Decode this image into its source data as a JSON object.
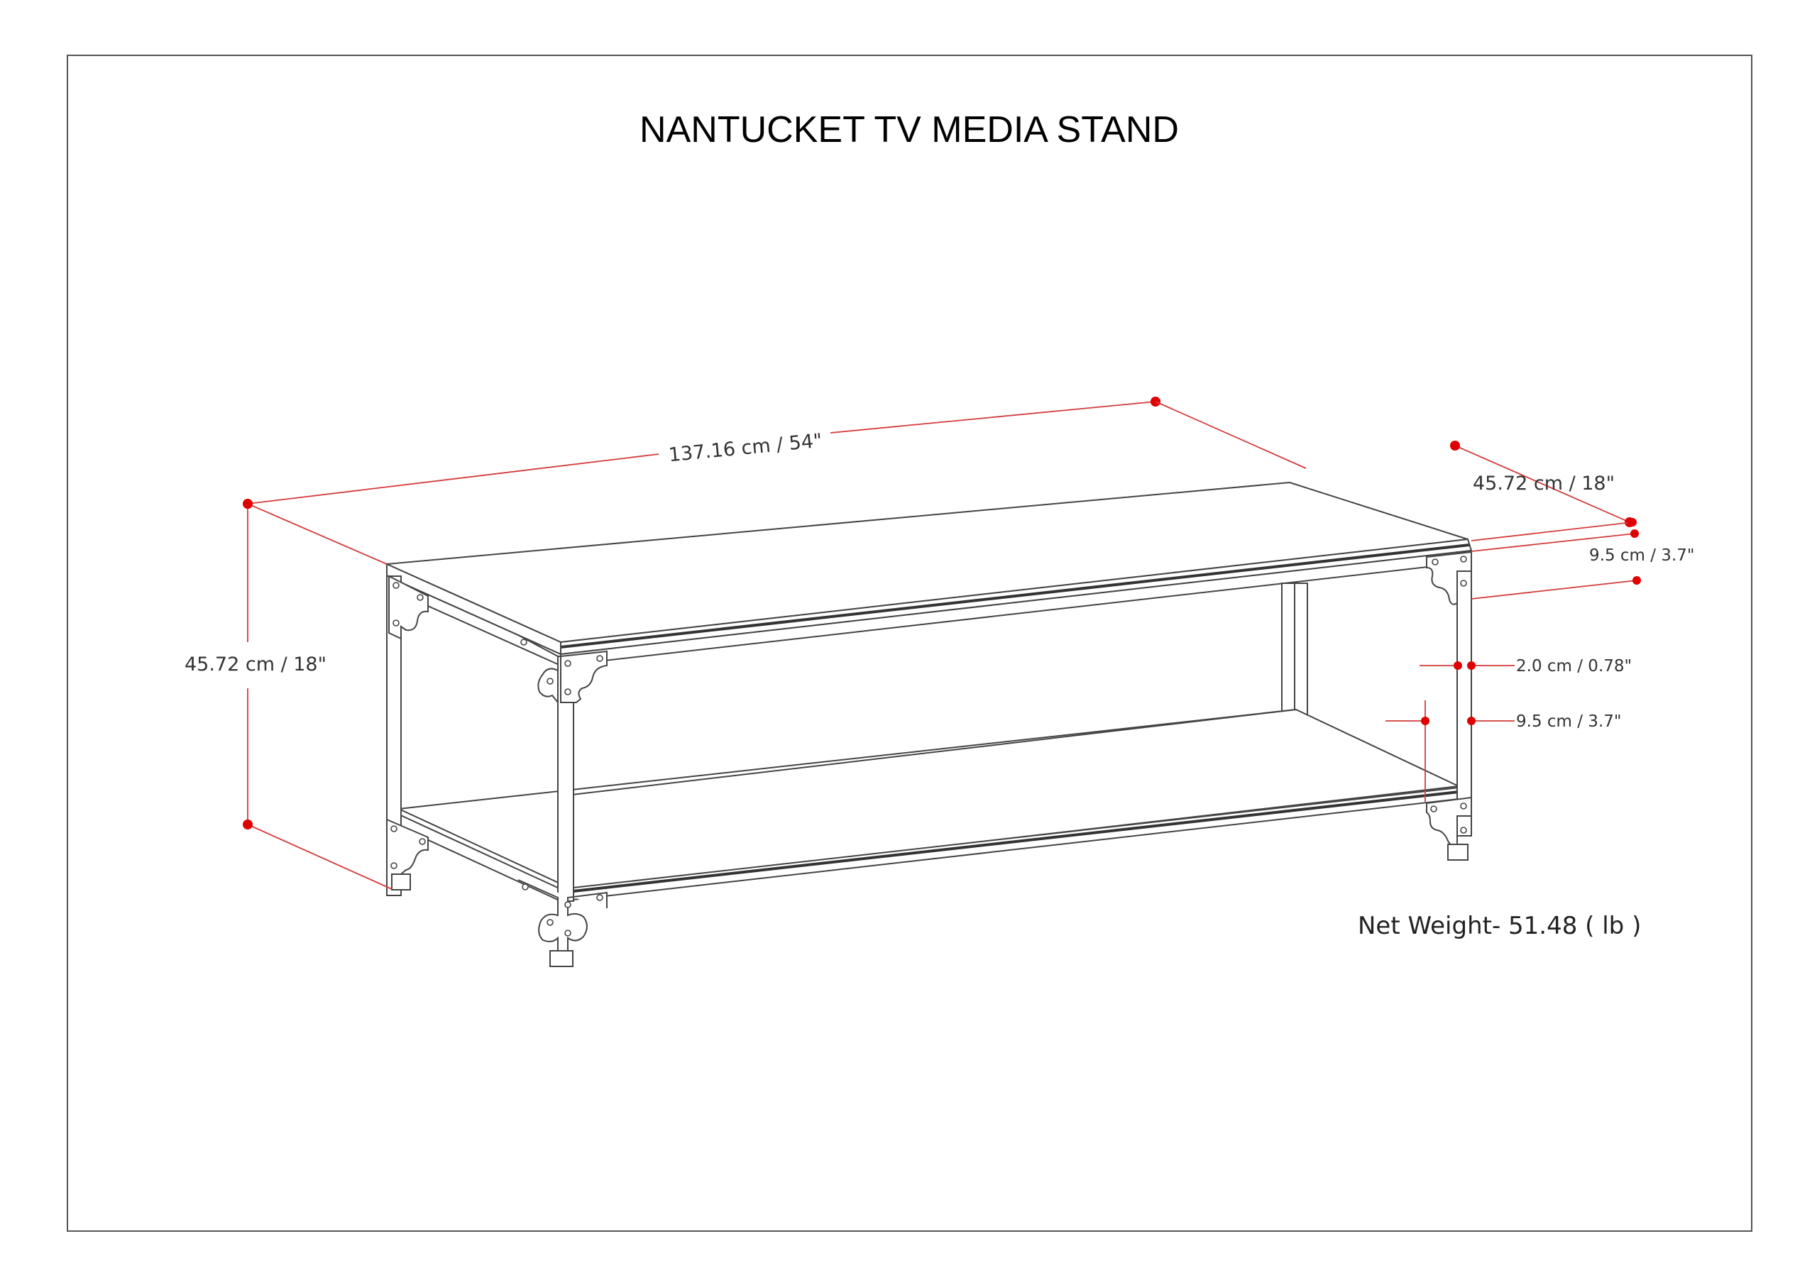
{
  "title": "NANTUCKET TV MEDIA STAND",
  "dimensions": {
    "width": "137.16 cm / 54\"",
    "depth": "45.72 cm / 18\"",
    "height": "45.72 cm / 18\"",
    "top_thickness": "9.5 cm / 3.7\"",
    "leg_thickness": "2.0 cm / 0.78\"",
    "shelf_thickness": "9.5 cm / 3.7\""
  },
  "net_weight": "Net Weight- 51.48 ( lb )",
  "colors": {
    "dimension_line": "#d43a3a",
    "dimension_dot": "#e00000",
    "outline": "#444444"
  }
}
